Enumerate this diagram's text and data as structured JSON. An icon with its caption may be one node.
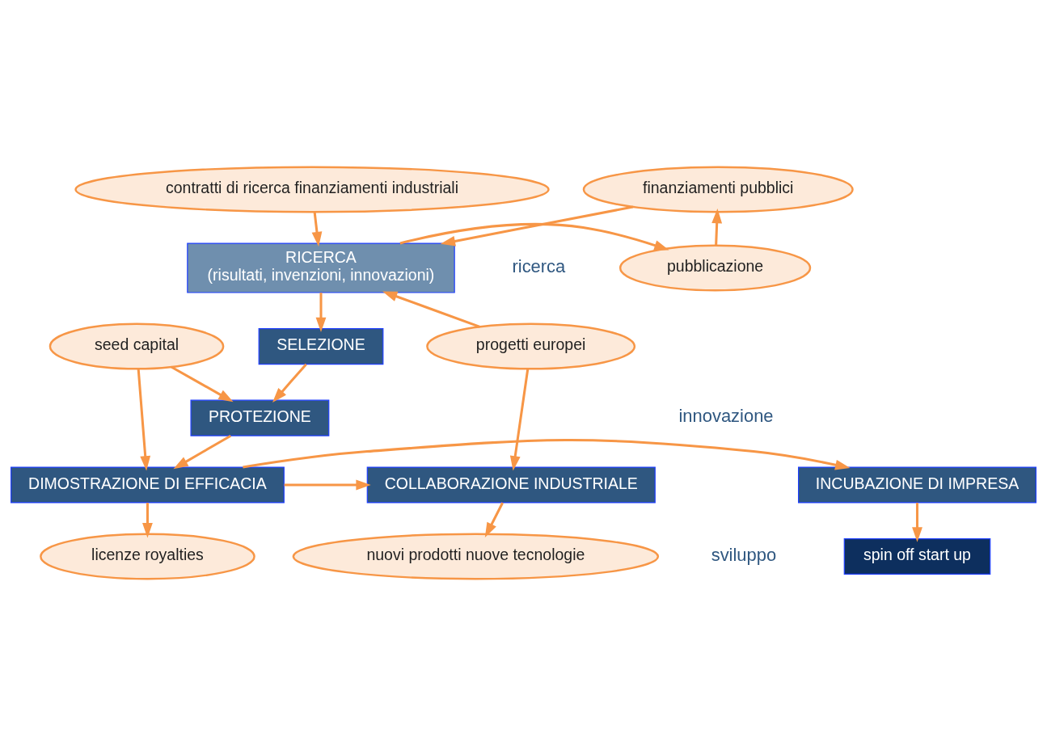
{
  "diagram": {
    "nodes": [
      {
        "text": [
          "contratti di ricerca finanziamenti industriali"
        ]
      },
      {
        "text": [
          "finanziamenti pubblici"
        ]
      },
      {
        "text": [
          "RICERCA",
          "(risultati, invenzioni, innovazioni)"
        ]
      },
      {
        "text": [
          "pubblicazione"
        ]
      },
      {
        "text": [
          "SELEZIONE"
        ]
      },
      {
        "text": [
          "progetti europei"
        ]
      },
      {
        "text": [
          "seed capital"
        ]
      },
      {
        "text": [
          "PROTEZIONE"
        ]
      },
      {
        "text": [
          "COLLABORAZIONE INDUSTRIALE"
        ]
      },
      {
        "text": [
          "DIMOSTRAZIONE DI EFFICACIA"
        ]
      },
      {
        "text": [
          "INCUBAZIONE DI IMPRESA"
        ]
      },
      {
        "text": [
          "nuovi prodotti nuove tecnologie"
        ]
      },
      {
        "text": [
          "licenze royalties"
        ]
      },
      {
        "text": [
          "spin off start up"
        ]
      }
    ],
    "edges": [
      {
        "from": 0,
        "to": 2,
        "arrow": "to"
      },
      {
        "from": 1,
        "to": 2,
        "arrow": "to"
      },
      {
        "from": 2,
        "to": 3,
        "arrow": "to"
      },
      {
        "from": 3,
        "to": 1,
        "arrow": "to"
      },
      {
        "from": 2,
        "to": 4,
        "arrow": "to"
      },
      {
        "from": 5,
        "to": 2,
        "arrow": "to"
      },
      {
        "from": 5,
        "to": 8,
        "arrow": "to"
      },
      {
        "from": 4,
        "to": 7,
        "arrow": "to"
      },
      {
        "from": 6,
        "to": 7,
        "arrow": "to"
      },
      {
        "from": 6,
        "to": 9,
        "arrow": "to"
      },
      {
        "from": 7,
        "to": 9,
        "arrow": "to"
      },
      {
        "from": 9,
        "to": 8,
        "arrow": "to"
      },
      {
        "from": 9,
        "to": 10,
        "arrow": "to"
      },
      {
        "from": 8,
        "to": 11,
        "arrow": "to"
      },
      {
        "from": 9,
        "to": 12,
        "arrow": "to"
      },
      {
        "from": 10,
        "to": 13,
        "arrow": "to"
      }
    ],
    "labels": [
      "ricerca",
      "innovazione",
      "sviluppo"
    ]
  }
}
